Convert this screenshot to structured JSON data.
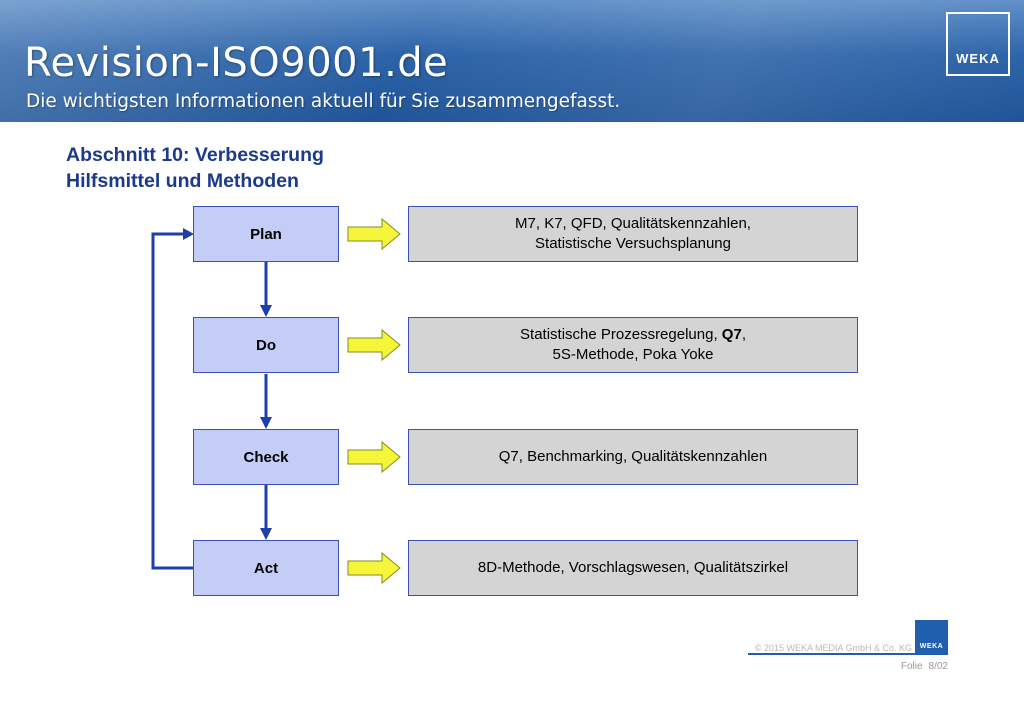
{
  "header": {
    "site_title": "Revision-ISO9001.de",
    "tagline": "Die wichtigsten Informationen aktuell für Sie zusammengefasst.",
    "logo_text": "WEKA"
  },
  "slide": {
    "title_line1": "Abschnitt 10: Verbesserung",
    "title_line2": "Hilfsmittel und Methoden"
  },
  "cycle": [
    {
      "phase": "Plan",
      "tools_line1": "M7, K7, QFD, Qualitätskennzahlen,",
      "tools_line2": "Statistische Versuchsplanung"
    },
    {
      "phase": "Do",
      "tools_line1": "Statistische Prozessregelung, Q7,",
      "tools_line2": "5S-Methode, Poka Yoke"
    },
    {
      "phase": "Check",
      "tools_line1": "Q7, Benchmarking, Qualitätskennzahlen",
      "tools_line2": ""
    },
    {
      "phase": "Act",
      "tools_line1": "8D-Methode, Vorschlagswesen, Qualitätszirkel",
      "tools_line2": ""
    }
  ],
  "footer": {
    "copyright": "© 2015 WEKA MEDIA GmbH & Co. KG",
    "logo_text": "WEKA",
    "folio_label": "Folie",
    "folio_number": "8/02"
  },
  "colors": {
    "header_blue": "#2c63a8",
    "title_blue": "#1b3a8c",
    "phase_fill": "#c4cdf6",
    "tool_fill": "#d4d4d4",
    "connector_blue": "#1e3fa8",
    "arrow_yellow": "#f5f53a"
  }
}
